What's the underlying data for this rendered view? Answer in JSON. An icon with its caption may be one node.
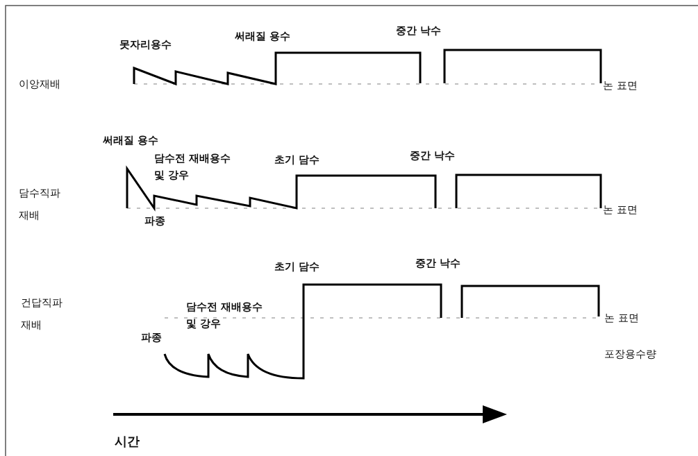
{
  "diagram": {
    "labels": [
      "이앙재배",
      "못자리용수",
      "써래질 용수",
      "중간 낙수",
      "논 표면",
      "써래질 용수",
      "담수전 재배용수 및 강우",
      "초기 담수",
      "중간 낙수",
      "담수직파 재배",
      "파종",
      "논 표면",
      "초기 담수",
      "중간 낙수",
      "건답직파 재배",
      "담수전 재배용수 및 강우",
      "파종",
      "논 표면",
      "포장용수량",
      "시간"
    ]
  }
}
